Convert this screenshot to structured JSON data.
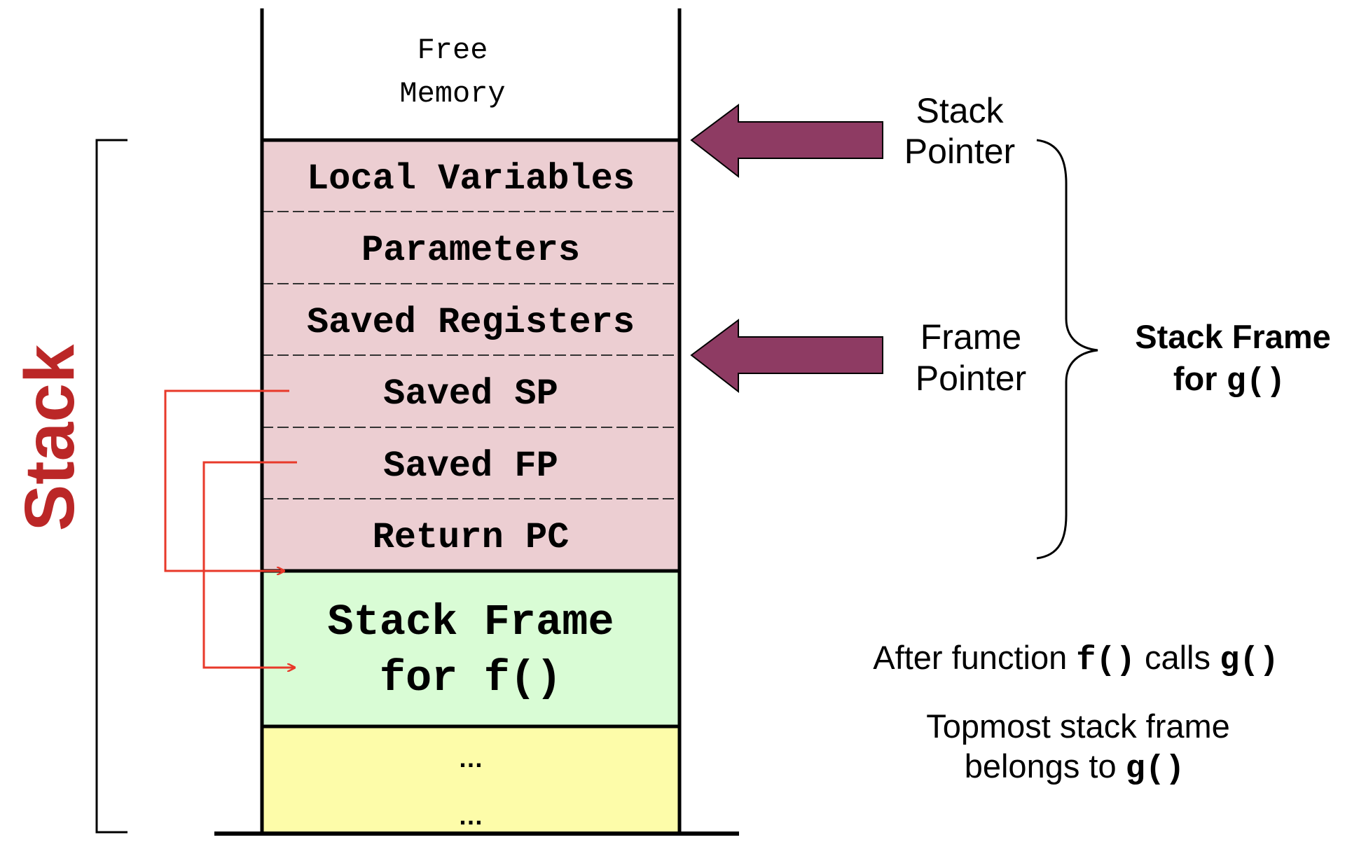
{
  "colors": {
    "frame_g": "#ecced2",
    "frame_f": "#d9fcd5",
    "frame_older": "#fdfca9",
    "pointer_arrow": "#8e3b63",
    "link_arrow": "#e8392a",
    "stack_label": "#bb2727",
    "outline": "#000000"
  },
  "stack_label": "Stack",
  "free_memory": {
    "line1": "Free",
    "line2": "Memory"
  },
  "frame_g_cells": [
    "Local Variables",
    "Parameters",
    "Saved Registers",
    "Saved SP",
    "Saved FP",
    "Return PC"
  ],
  "frame_f": {
    "line1": "Stack Frame",
    "line2": "for f()"
  },
  "older_frames": {
    "line1": "…",
    "line2": "…"
  },
  "stack_pointer": {
    "line1": "Stack",
    "line2": "Pointer"
  },
  "frame_pointer": {
    "line1": "Frame",
    "line2": "Pointer"
  },
  "brace_label": {
    "line1": "Stack Frame",
    "line2_prefix": "for ",
    "line2_code": "g()"
  },
  "caption1": {
    "prefix": "After function ",
    "code1": "f()",
    "middle": " calls ",
    "code2": "g()"
  },
  "caption2": {
    "line1": "Topmost stack frame",
    "line2_prefix": "belongs to ",
    "line2_code": "g()"
  }
}
